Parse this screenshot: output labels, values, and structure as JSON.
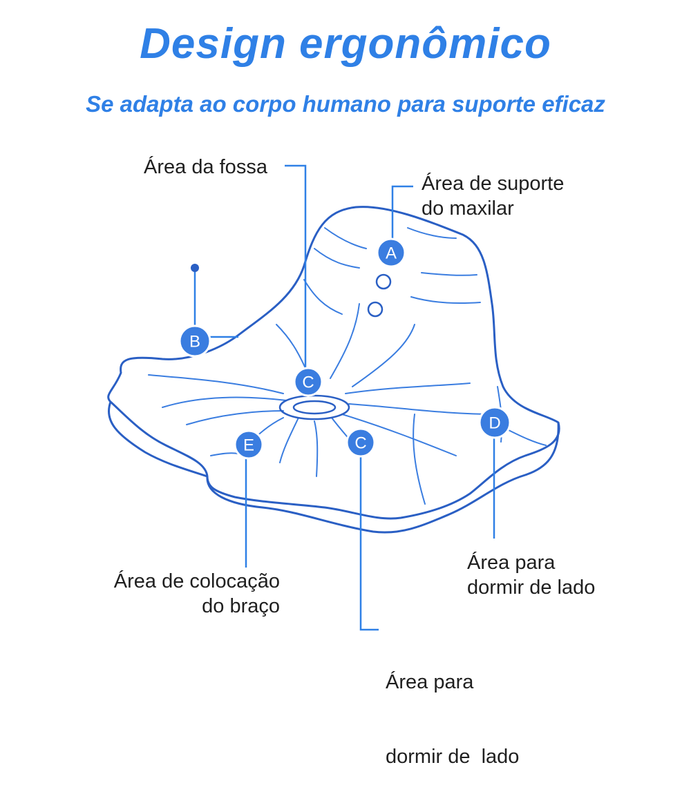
{
  "title": "Design ergonômico",
  "subtitle": "Se adapta ao corpo humano para suporte eficaz",
  "colors": {
    "accent": "#2f80e6",
    "outline": "#2a5fc4",
    "badge": "#3a7de0",
    "text": "#1f1f1f"
  },
  "labels": {
    "fossa": "Área da fossa",
    "jaw_line1": "Área de suporte",
    "jaw_line2": "do maxilar",
    "arm_line1": "Área de colocação",
    "arm_line2": "do braço",
    "side_right_line1": "Área para",
    "side_right_line2": "dormir de lado",
    "side_bottom_line1": "Área para",
    "side_bottom_line2": "dormir de  lado"
  },
  "badges": {
    "a": "A",
    "b": "B",
    "c_top": "C",
    "c_bottom": "C",
    "d": "D",
    "e": "E"
  }
}
